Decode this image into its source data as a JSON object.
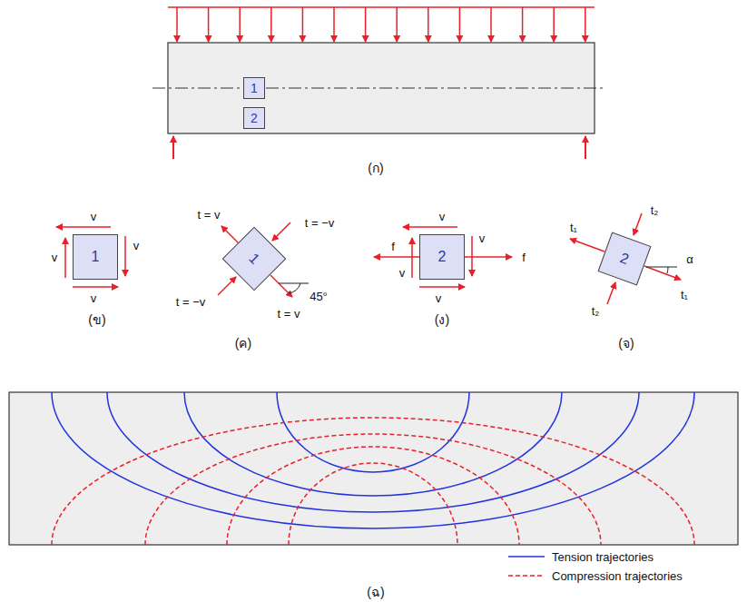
{
  "diagram": {
    "nodes": [
      {
        "text": [
          "1"
        ]
      },
      {
        "text": [
          "2"
        ]
      },
      {
        "text": [
          "1"
        ]
      },
      {
        "text": [
          "1"
        ]
      },
      {
        "text": [
          "2"
        ]
      },
      {
        "text": [
          "2"
        ]
      }
    ],
    "labels": [
      "(ก)",
      "v",
      "v",
      "v",
      "v",
      "(ข)",
      "t = v",
      "t = −v",
      "t = −v",
      "t = v",
      "45°",
      "(ค)",
      "v",
      "v",
      "v",
      "v",
      "f",
      "f",
      "(ง)",
      "t₂",
      "t₁",
      "α",
      "t₁",
      "t₂",
      "(จ)",
      "(ฉ)"
    ],
    "legend": [
      {
        "text": "Tension trajectories"
      },
      {
        "text": "Compression trajectories"
      }
    ]
  }
}
